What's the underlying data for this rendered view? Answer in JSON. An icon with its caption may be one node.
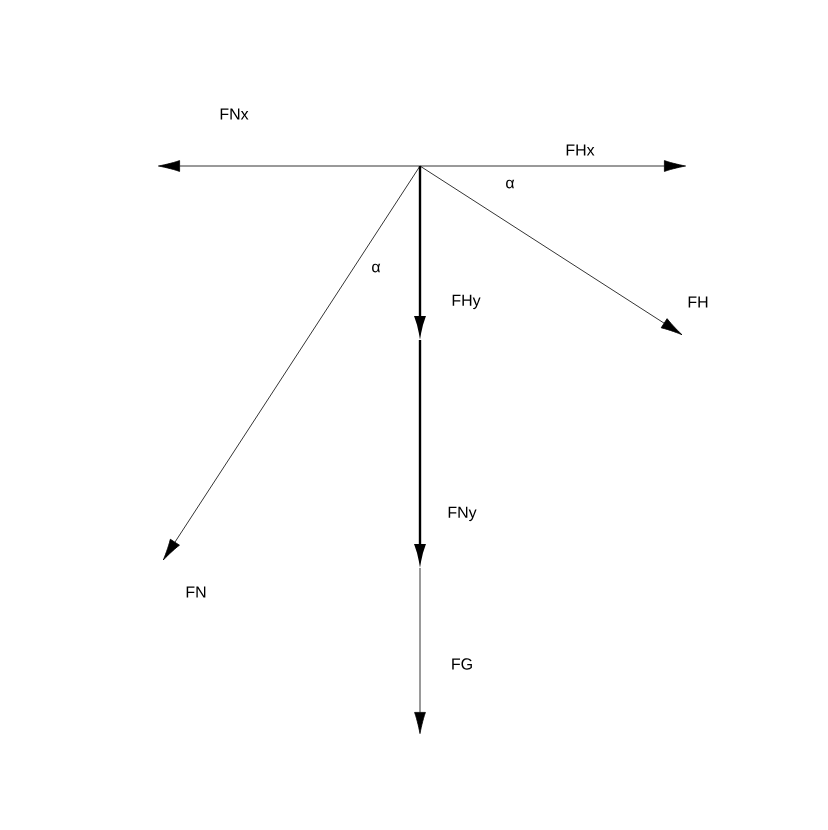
{
  "diagram": {
    "labels": [
      "FNx",
      "FHx",
      "α",
      "FH",
      "α",
      "FHy",
      "FNy",
      "FN",
      "FG"
    ]
  }
}
